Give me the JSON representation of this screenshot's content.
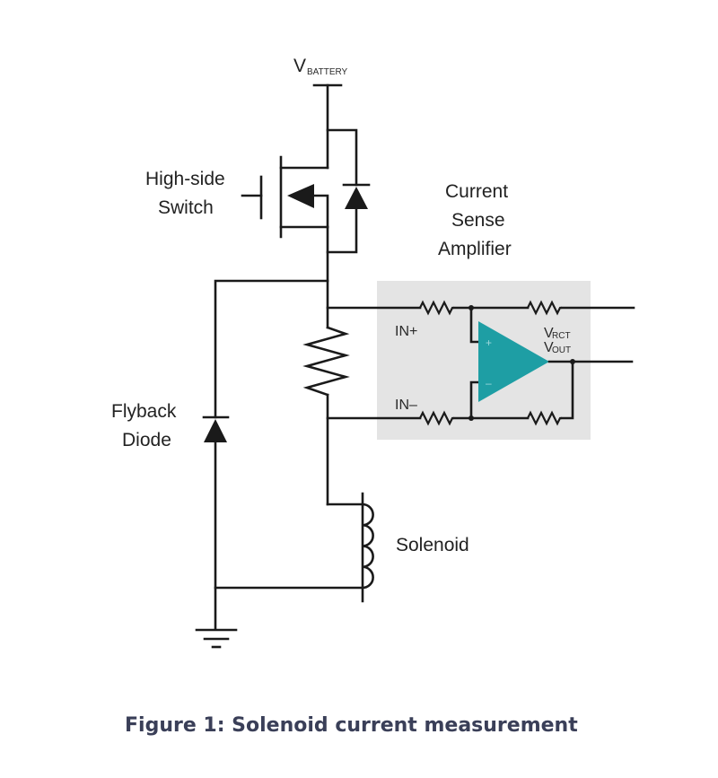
{
  "figure": {
    "caption": "Figure 1: Solenoid current measurement",
    "colors": {
      "wire": "#1a1a1a",
      "amplifier_fill": "#1e9ea4",
      "amplifier_box": "#e4e4e4",
      "caption": "#3a3f58"
    }
  },
  "labels": {
    "supply_main": "V",
    "supply_sub": "BATTERY",
    "high_side_line1": "High-side",
    "high_side_line2": "Switch",
    "csa_line1": "Current",
    "csa_line2": "Sense",
    "csa_line3": "Amplifier",
    "in_plus": "IN+",
    "in_minus": "IN–",
    "vrct_main": "V",
    "vrct_sub": "RCT",
    "vout_main": "V",
    "vout_sub": "OUT",
    "flyback_line1": "Flyback",
    "flyback_line2": "Diode",
    "solenoid": "Solenoid",
    "opamp_plus": "+",
    "opamp_minus": "–"
  },
  "components": [
    {
      "id": "battery",
      "type": "supply",
      "label": "VBATTERY"
    },
    {
      "id": "high-side-switch",
      "type": "mosfet"
    },
    {
      "id": "body-diode",
      "type": "diode"
    },
    {
      "id": "sense-resistor",
      "type": "resistor"
    },
    {
      "id": "current-sense-amplifier",
      "type": "op-amp"
    },
    {
      "id": "flyback-diode",
      "type": "diode"
    },
    {
      "id": "solenoid",
      "type": "inductor"
    },
    {
      "id": "ground",
      "type": "ground"
    }
  ]
}
